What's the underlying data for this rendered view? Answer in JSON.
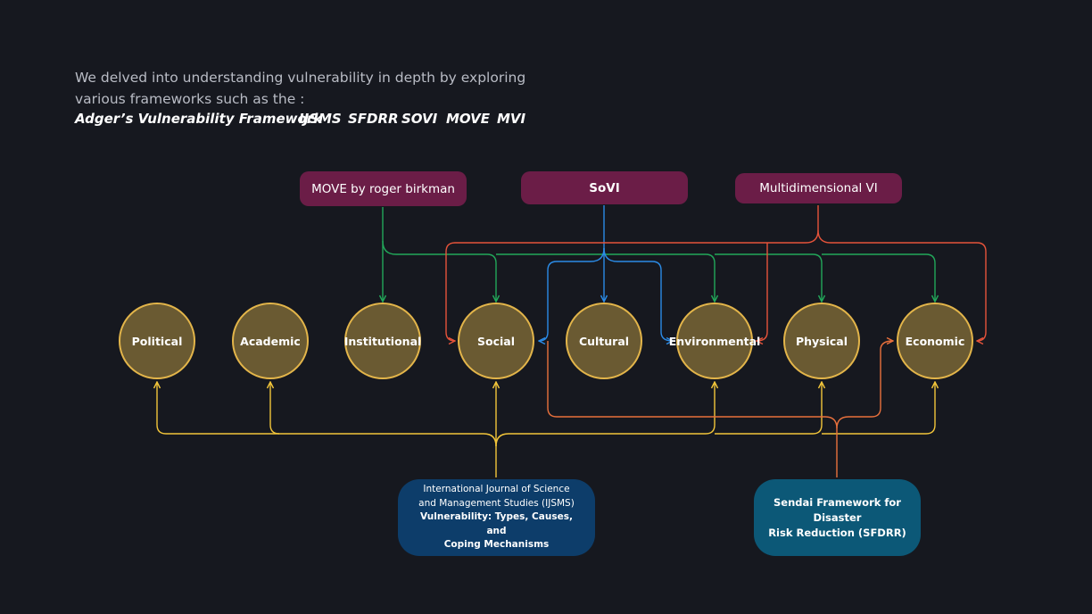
{
  "intro": {
    "text": "We delved into understanding vulnerability in depth by exploring various frameworks such as the :",
    "frameworks": [
      "Adger’s Vulnerability Framework",
      "IJSMS",
      "SFDRR",
      "SOVI",
      "MOVE",
      "MVI"
    ]
  },
  "top_sources": [
    {
      "label": "MOVE by roger birkman",
      "color": "#22a85a"
    },
    {
      "label": "SoVI",
      "color": "#2b8be6"
    },
    {
      "label": "Multidimensional VI",
      "color": "#e5533a"
    }
  ],
  "dimensions": [
    "Political",
    "Academic",
    "Institutional",
    "Social",
    "Cultural",
    "Environmental",
    "Physical",
    "Economic"
  ],
  "bottom_sources": [
    {
      "lines": [
        "International Journal of Science",
        "and Management Studies (IJSMS)"
      ],
      "bold_lines": [
        "Vulnerability: Types, Causes, and",
        "Coping Mechanisms"
      ],
      "color": "#f2c53a"
    },
    {
      "lines": [
        "Sendai Framework for Disaster",
        "Risk Reduction (SFDRR)"
      ],
      "color": "#e8703c"
    }
  ],
  "colors": {
    "background": "#16181f",
    "node_fill": "#6a5a32",
    "node_border": "#e3b54a",
    "pill": "#6b1d47"
  }
}
